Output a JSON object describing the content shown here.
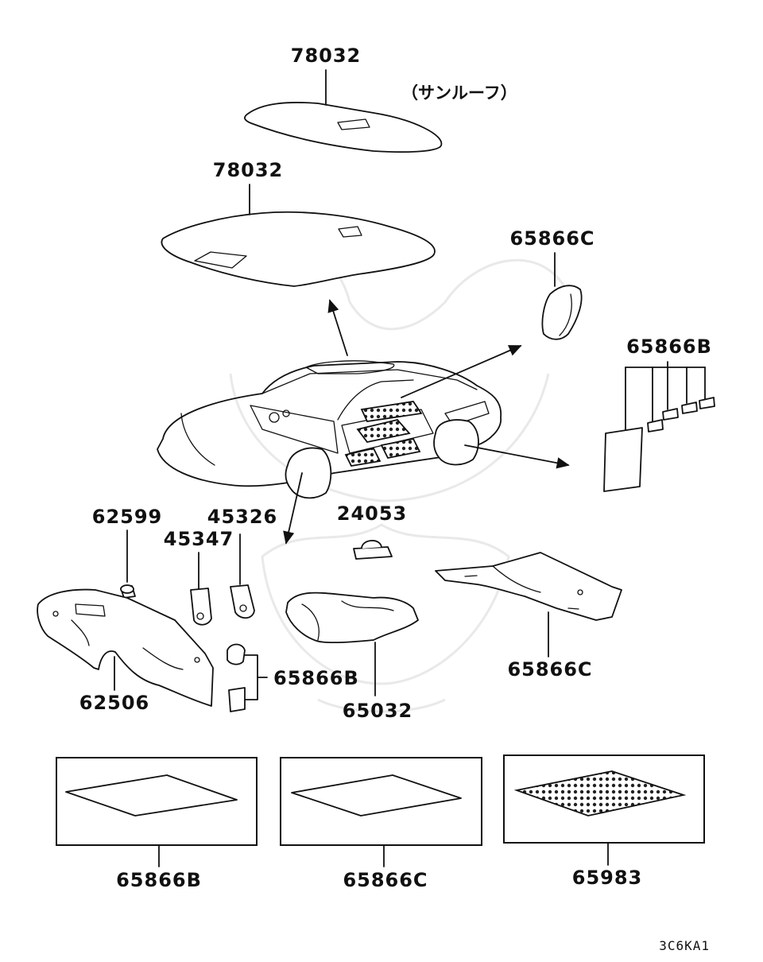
{
  "diagram": {
    "note": "（サンルーフ）",
    "labels": {
      "roof_sunroof": "78032",
      "roof": "78032",
      "pillar_upper": "65866C",
      "quarter_set": "65866B",
      "clip_a": "62599",
      "bracket_a": "45347",
      "bracket_b": "45326",
      "plug": "24053",
      "dash": "62506",
      "pad_pair": "65866B",
      "tunnel": "65032",
      "floor_rear": "65866C",
      "sheet_b": "65866B",
      "sheet_c": "65866C",
      "sheet_dotted": "65983"
    },
    "code": "3C6KA1"
  }
}
